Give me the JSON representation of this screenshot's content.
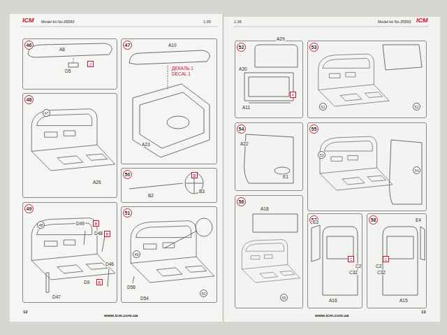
{
  "diagram": {
    "nodes": [
      {
        "text": [
          "46"
        ]
      },
      {
        "text": [
          "J"
        ],
        "in": 0
      },
      {
        "text": [
          "47"
        ]
      },
      {
        "text": [
          "48"
        ]
      },
      {
        "text": [
          "47"
        ],
        "in": 3
      },
      {
        "text": [
          "49"
        ]
      },
      {
        "text": [
          "48"
        ],
        "in": 5
      },
      {
        "text": [
          "B"
        ],
        "in": 5
      },
      {
        "text": [
          "B"
        ],
        "in": 5
      },
      {
        "text": [
          "B"
        ],
        "in": 5
      },
      {
        "text": [
          "50"
        ]
      },
      {
        "text": [
          "B"
        ],
        "in": 10
      },
      {
        "text": [
          "51"
        ]
      },
      {
        "text": [
          "49"
        ],
        "in": 12
      },
      {
        "text": [
          "50"
        ],
        "in": 12
      },
      {
        "text": [
          "52"
        ]
      },
      {
        "text": [
          "F"
        ],
        "in": 15
      },
      {
        "text": [
          "53"
        ]
      },
      {
        "text": [
          "51"
        ],
        "in": 17
      },
      {
        "text": [
          "52"
        ],
        "in": 17
      },
      {
        "text": [
          "54"
        ]
      },
      {
        "text": [
          "55"
        ]
      },
      {
        "text": [
          "53"
        ],
        "in": 21
      },
      {
        "text": [
          "54"
        ],
        "in": 21
      },
      {
        "text": [
          "56"
        ]
      },
      {
        "text": [
          "55"
        ],
        "in": 24
      },
      {
        "text": [
          "57"
        ]
      },
      {
        "text": [
          "C"
        ],
        "in": 26
      },
      {
        "text": [
          "58"
        ]
      },
      {
        "text": [
          "C"
        ],
        "in": 28
      }
    ],
    "labels": [
      "ICM",
      "Model kit No.35593",
      "1:35",
      "1:35",
      "Model kit No.35593",
      "ICM",
      "A8",
      "D5",
      "A10",
      "ДЕКАЛЬ 1",
      "DECAL 1",
      "A23",
      "A26",
      "D49",
      "D48",
      "D46",
      "D9",
      "D47",
      "B2",
      "B3",
      "D56",
      "D54",
      "A29",
      "A30",
      "A11",
      "A22",
      "E1",
      "A18",
      "E3",
      "C2",
      "C32",
      "A16",
      "E4",
      "C2",
      "C32",
      "A15",
      "12",
      "www.icm.com.ua",
      "www.icm.com.ua",
      "13"
    ]
  }
}
